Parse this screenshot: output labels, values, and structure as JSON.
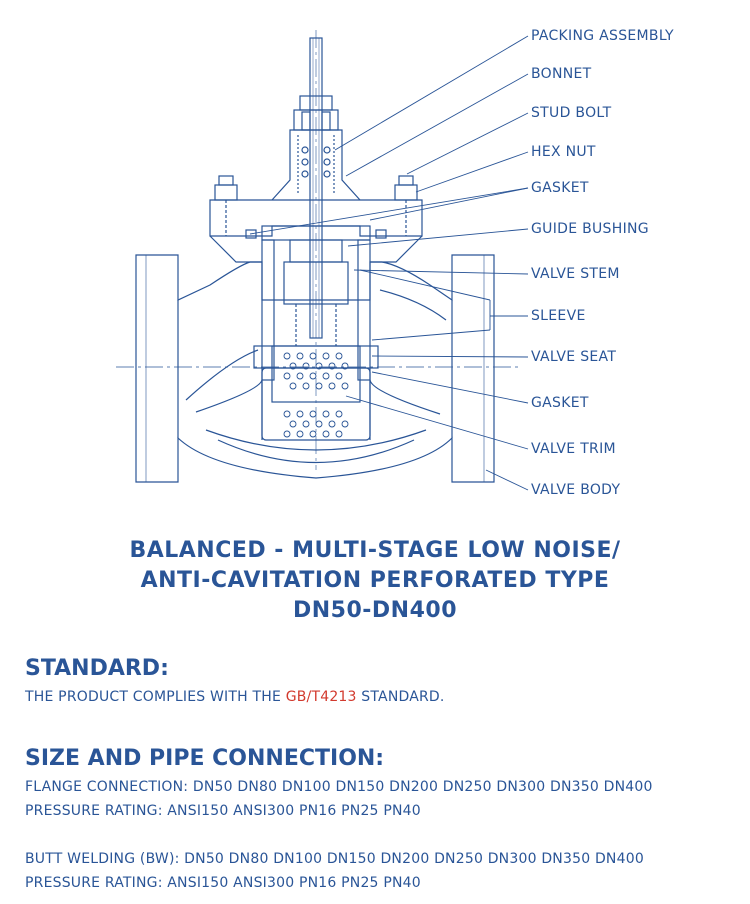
{
  "colors": {
    "primary": "#2a5597",
    "accent": "#d23a2e",
    "background": "#ffffff"
  },
  "diagram": {
    "labels": [
      "PACKING ASSEMBLY",
      "BONNET",
      "STUD BOLT",
      "HEX NUT",
      "GASKET",
      "GUIDE BUSHING",
      "VALVE STEM",
      "SLEEVE",
      "VALVE SEAT",
      "GASKET",
      "VALVE TRIM",
      "VALVE BODY"
    ]
  },
  "title": {
    "line1": "BALANCED - MULTI-STAGE LOW NOISE/",
    "line2": "ANTI-CAVITATION PERFORATED TYPE",
    "line3": "DN50-DN400"
  },
  "standard": {
    "heading": "STANDARD:",
    "text_before": "THE PRODUCT COMPLIES WITH THE ",
    "code": "GB/T4213",
    "text_after": " STANDARD."
  },
  "size": {
    "heading": "SIZE AND PIPE CONNECTION:",
    "flange": "FLANGE CONNECTION: DN50 DN80 DN100 DN150 DN200 DN250 DN300 DN350 DN400",
    "pressure1": "PRESSURE RATING: ANSI150 ANSI300 PN16 PN25 PN40",
    "butt": "BUTT WELDING (BW): DN50 DN80 DN100 DN150 DN200 DN250 DN300 DN350 DN400",
    "pressure2": "PRESSURE RATING: ANSI150 ANSI300 PN16 PN25 PN40"
  }
}
